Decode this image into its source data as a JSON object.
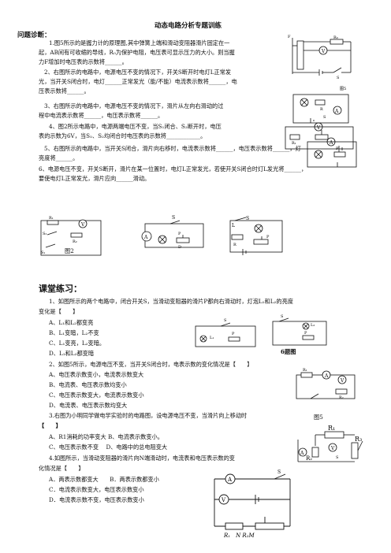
{
  "title": "动态电路分析专题训练",
  "section1": "问题诊断：",
  "section2": "课堂练习：",
  "diagnosis": {
    "q1": [
      "1.图5所示的是握力计的原理图,其中弹簧上端和滑动变阻器滑片固定在一",
      "起，AB间有可收缩的导线，R₀为保护电阻，电压表可显示压力的大小。则当握",
      "力F增加时电压表的示数将______。"
    ],
    "q2": [
      "2、右图所示的电路中，电源电压不变的情况下，开关S断开时电灯L正常发",
      "光，当开关S闭合时，电灯______正常发光（能/不能）电流表示数将______，电",
      "压表示数将______。"
    ],
    "q3": [
      "3、右图所示的电路中，电源电压不变的情况下，滑片从左向右滑动的过",
      "程中电流表示数将______，电压表示数将______。"
    ],
    "q4": [
      "4、图2所示电路中，电源两端电压不变，当S₁闭合、S₂断开时，电压",
      "表的示数为6V，当S₁、S₂均闭合时电压表的示数将____________。"
    ],
    "q5": [
      "5、右图所示的电路中，当开关S闭合，滑片向右移时，电流表示数将______，电压表示数将______，灯",
      "亮度将______。"
    ],
    "q6": [
      "6、电源电压不变，开关S断开，滑片在某一位置时，电灯L正常发光，若使开关S闭合时灯L发光将______，",
      "要使电灯L正常发光，滑片应向______滑动。"
    ],
    "fig2_label": "图2",
    "fig5_label": "图5"
  },
  "practice": {
    "q1": [
      "1、如图所示的两个电路中，闭合开关S，当滑动变阻器的滑片P都向右滑动时，灯泡L₁和L₂的亮度",
      "变化是【　　】"
    ],
    "q1_options": [
      "A、L₁和L₂都变亮",
      "B、L₁变暗，L₂不变",
      "C、L₁变亮，L₂变暗。",
      "D、L₁和L₂都变暗"
    ],
    "q1_fig": "6题图",
    "q2": "2、如图5所示，电源电压不变，当开关S闭合时，电表示数的变化情况是【　　】",
    "q2_options": [
      "A、电压表示数变小，电流表示数变大",
      "B、电流表、电压表示数均变小",
      "C、电压表示数变大，电流表示数变小",
      "D、电流表、电压表示数均变大"
    ],
    "q3": [
      "3.右图为小明同学做电学实验时的电路图，设电源电压不变，当滑片向上移动时",
      "【　　】"
    ],
    "q3_options": [
      "A、R1消耗的功率变大 B、电流表示数变小。",
      "C、电压表示数不变　 D、电路中的总电阻变大"
    ],
    "q3_fig": "图5",
    "q4": [
      "4.如图所示，当滑动变阻器的滑片向N端滑动时，电流表和电压表示数的变",
      "化情况是【　　】"
    ],
    "q4_options": [
      "A．两表示数都变大　　B．两表示数都变小",
      "C．电流表示数变大，电压表示数变小",
      "D．电流表示数不变，电压表示数变小"
    ],
    "q4_fig_label": "R₁　N R₂M"
  }
}
